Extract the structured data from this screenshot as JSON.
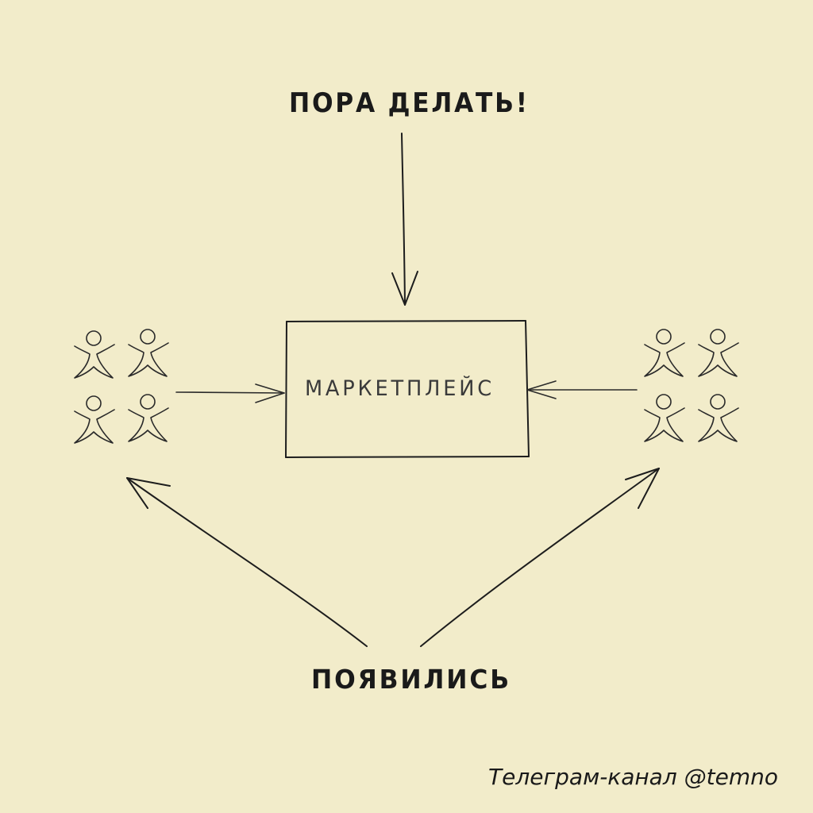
{
  "diagram": {
    "title": "ПОРА ДЕЛАТЬ!",
    "center_box_label": "МАРКЕТПЛЕЙС",
    "bottom_label": "ПОЯВИЛИСЬ",
    "footer": "Телеграм-канал @temno",
    "left_group": {
      "people_count": 4
    },
    "right_group": {
      "people_count": 4
    },
    "colors": {
      "background": "#f2ecca",
      "ink": "#1d1d1d"
    }
  }
}
